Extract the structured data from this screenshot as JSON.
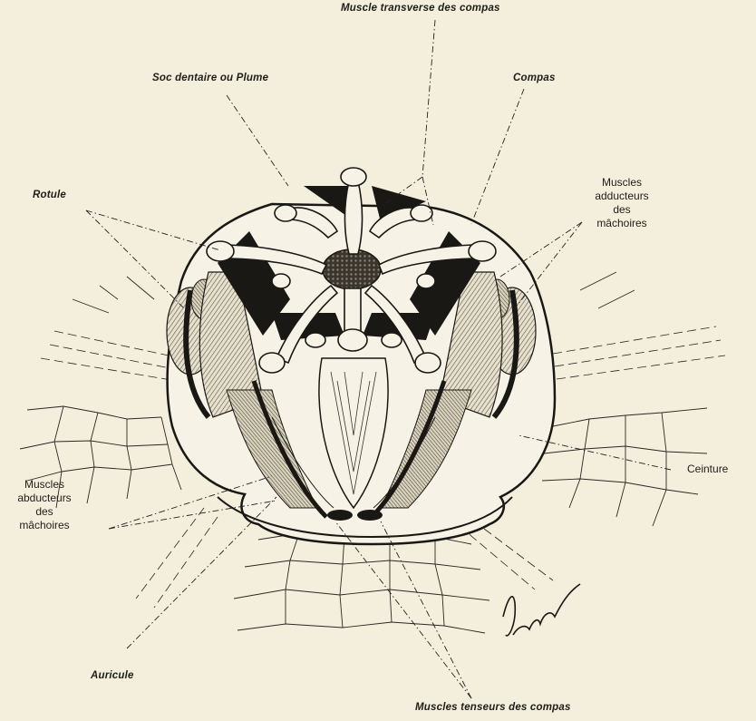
{
  "labels": {
    "muscle_transverse": "Muscle transverse des compas",
    "soc_dentaire": "Soc dentaire ou Plume",
    "compas": "Compas",
    "rotule": "Rotule",
    "adducteurs": [
      "Muscles",
      "adducteurs",
      "des",
      "mâchoires"
    ],
    "ceinture": "Ceinture",
    "abducteurs": [
      "Muscles",
      "abducteurs",
      "des",
      "mâchoires"
    ],
    "auricule": "Auricule",
    "tenseurs": "Muscles tenseurs des compas"
  },
  "signature": "L. Joubin",
  "colors": {
    "paper": "#f3efdc",
    "ink": "#1a1814",
    "bone": "#f6f3e6",
    "hatch": "#8a8476"
  }
}
